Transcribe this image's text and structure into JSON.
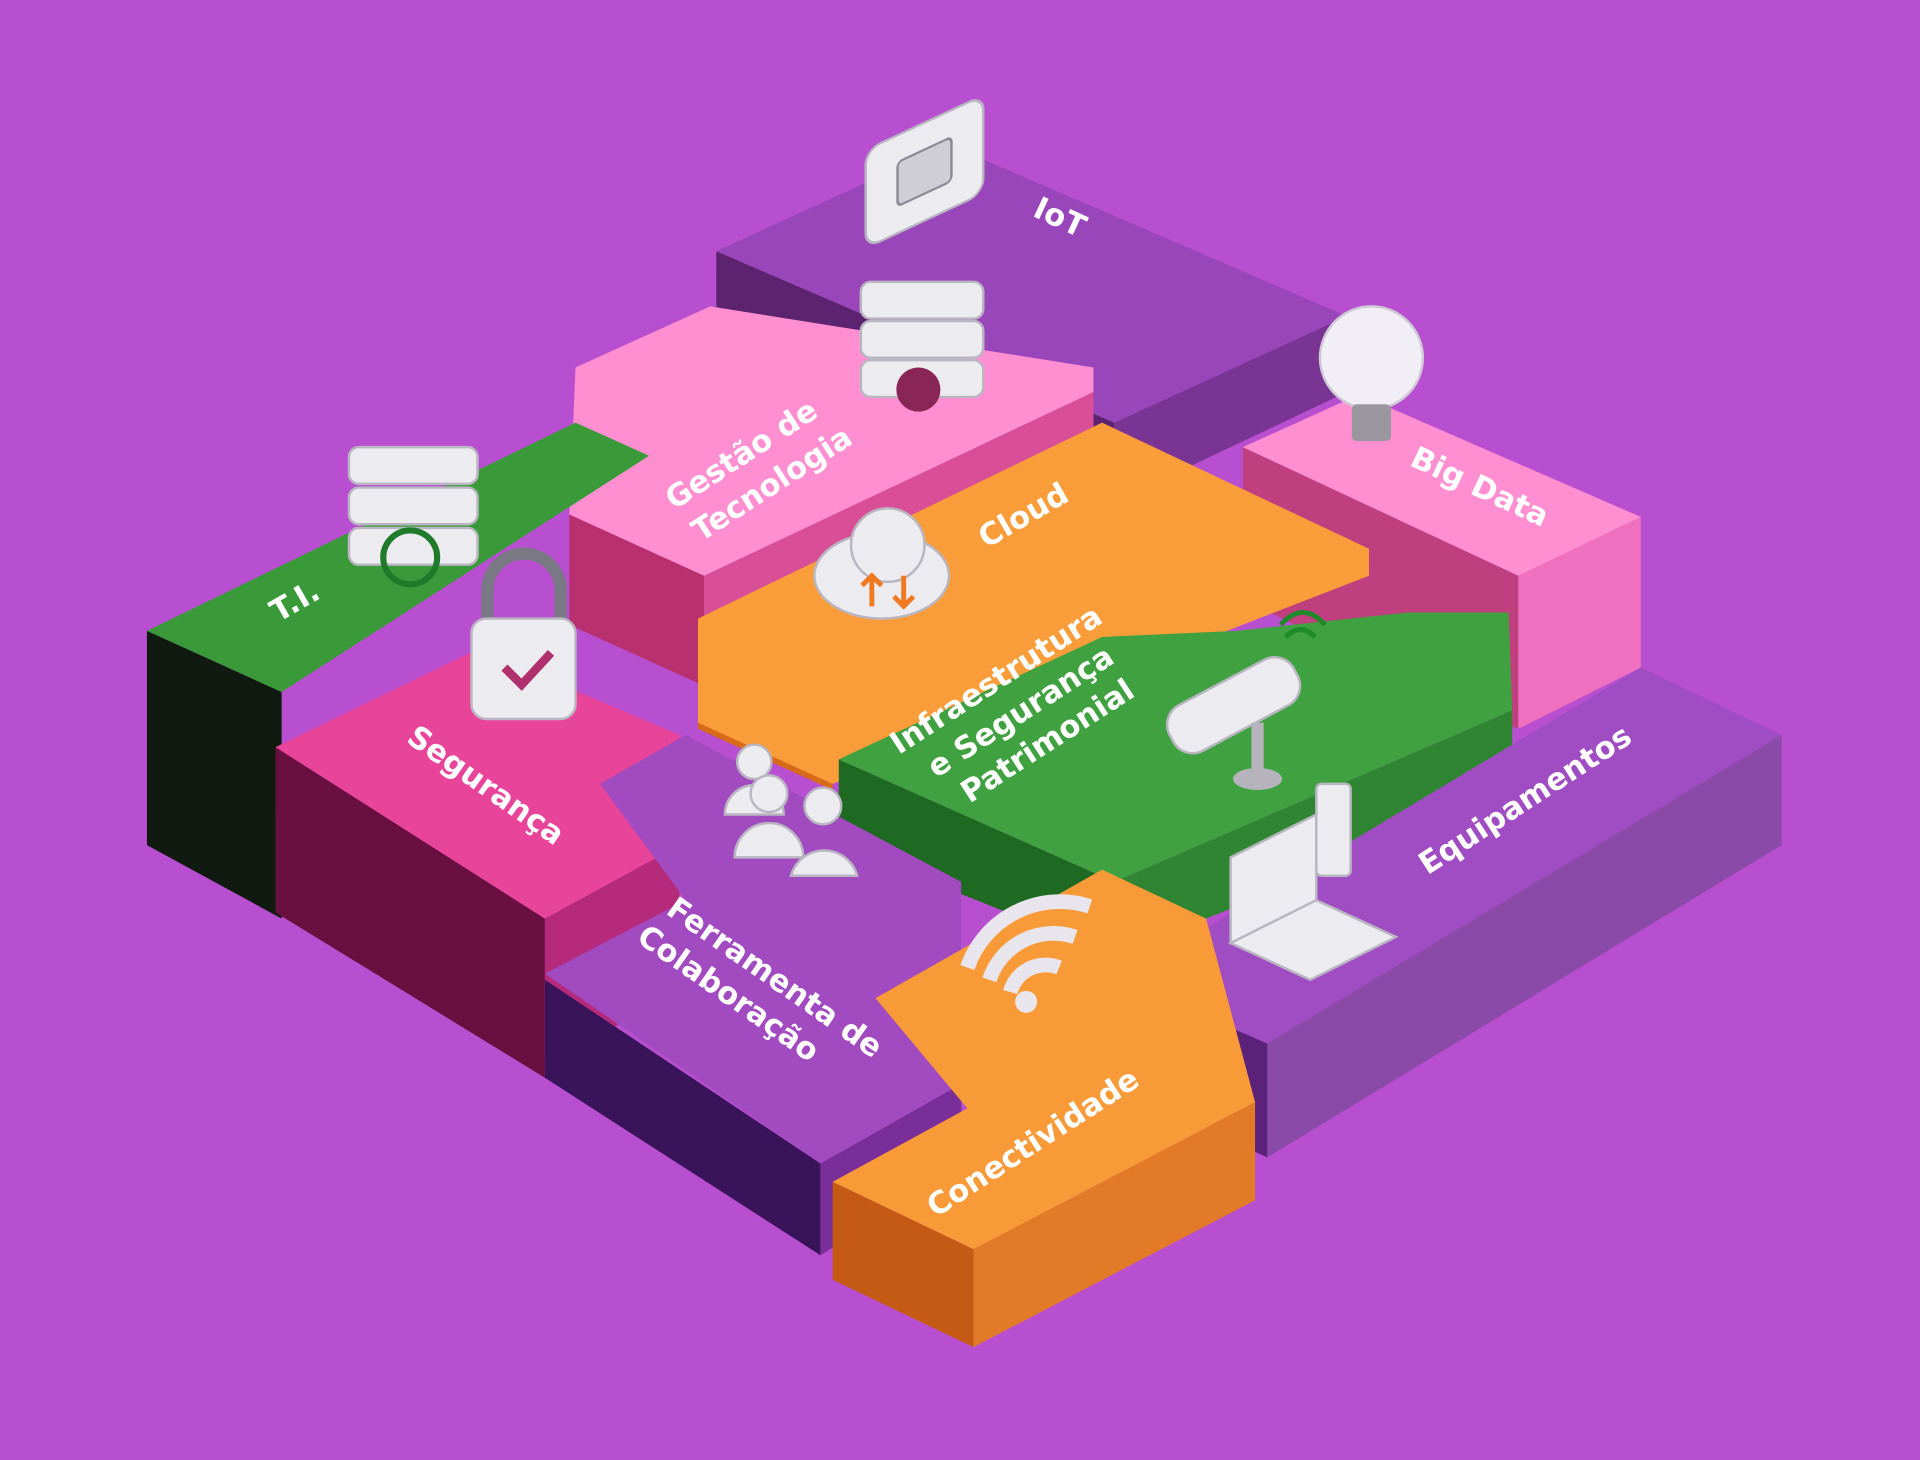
{
  "colors": {
    "background": "#b84fd0",
    "purple": "#a04cc2",
    "pink": "#ff8fd0",
    "magenta": "#e8449a",
    "green": "#3fa140",
    "orange": "#f99c3a"
  },
  "blocks": [
    {
      "id": "iot",
      "label": "IoT",
      "icon": "sim-card-icon"
    },
    {
      "id": "gestao",
      "label_lines": [
        "Gestão de",
        "Tecnologia"
      ],
      "icon": "server-gear-icon"
    },
    {
      "id": "big-data",
      "label": "Big Data",
      "icon": "lightbulb-icon"
    },
    {
      "id": "ti",
      "label": "T.I.",
      "icon": "server-globe-icon"
    },
    {
      "id": "cloud",
      "label": "Cloud",
      "icon": "cloud-sync-icon"
    },
    {
      "id": "infra",
      "label_lines": [
        "Infraestrutura",
        "e Segurança",
        "Patrimonial"
      ],
      "icon": "security-camera-icon"
    },
    {
      "id": "seguranca",
      "label": "Segurança",
      "icon": "padlock-icon"
    },
    {
      "id": "ferramenta",
      "label_lines": [
        "Ferramenta de",
        "Colaboração"
      ],
      "icon": "people-icon"
    },
    {
      "id": "equipamentos",
      "label": "Equipamentos",
      "icon": "laptop-icon"
    },
    {
      "id": "conectividade",
      "label": "Conectividade",
      "icon": "wifi-icon"
    }
  ]
}
